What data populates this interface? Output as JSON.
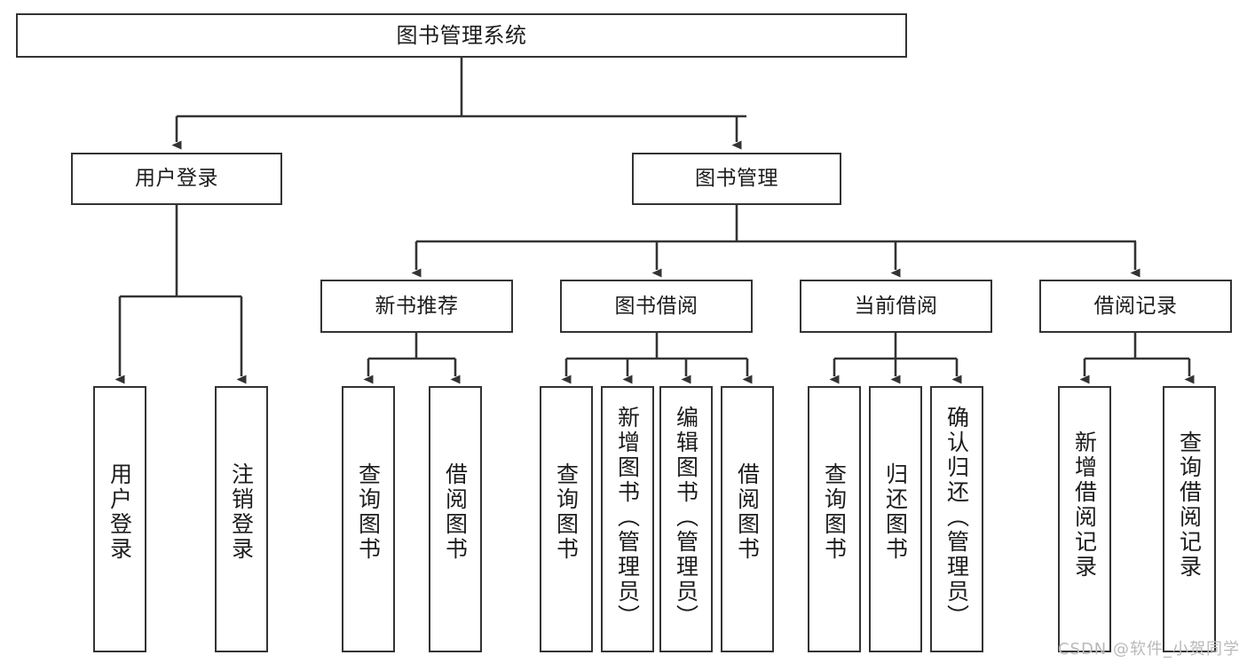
{
  "diagram": {
    "type": "tree-hierarchy",
    "title": "图书管理系统",
    "watermark": "CSDN @软件_小贺同学",
    "line_color": "#333333",
    "box_fill": "#ffffff",
    "text_color": "#1c1c1c"
  },
  "nodes": {
    "root": {
      "label": "图书管理系统"
    },
    "level2": [
      {
        "id": "user-login",
        "label": "用户登录"
      },
      {
        "id": "book-manage",
        "label": "图书管理"
      }
    ],
    "level3": [
      {
        "id": "new-book-rec",
        "label": "新书推荐"
      },
      {
        "id": "book-borrow",
        "label": "图书借阅"
      },
      {
        "id": "current-borrow",
        "label": "当前借阅"
      },
      {
        "id": "borrow-record",
        "label": "借阅记录"
      }
    ],
    "leaves": [
      {
        "id": "leaf-user-login",
        "label": "用户登录",
        "parent": "user-login"
      },
      {
        "id": "leaf-logout",
        "label": "注销登录",
        "parent": "user-login"
      },
      {
        "id": "leaf-query-book-1",
        "label": "查询图书",
        "parent": "new-book-rec"
      },
      {
        "id": "leaf-borrow-book-1",
        "label": "借阅图书",
        "parent": "new-book-rec"
      },
      {
        "id": "leaf-query-book-2",
        "label": "查询图书",
        "parent": "book-borrow"
      },
      {
        "id": "leaf-add-book",
        "label": "新增图书（管理员）",
        "parent": "book-borrow"
      },
      {
        "id": "leaf-edit-book",
        "label": "编辑图书（管理员）",
        "parent": "book-borrow"
      },
      {
        "id": "leaf-borrow-book-2",
        "label": "借阅图书",
        "parent": "book-borrow"
      },
      {
        "id": "leaf-query-book-3",
        "label": "查询图书",
        "parent": "current-borrow"
      },
      {
        "id": "leaf-return-book",
        "label": "归还图书",
        "parent": "current-borrow"
      },
      {
        "id": "leaf-confirm-return",
        "label": "确认归还（管理员）",
        "parent": "current-borrow"
      },
      {
        "id": "leaf-add-record",
        "label": "新增借阅记录",
        "parent": "borrow-record"
      },
      {
        "id": "leaf-query-record",
        "label": "查询借阅记录",
        "parent": "borrow-record"
      }
    ]
  }
}
